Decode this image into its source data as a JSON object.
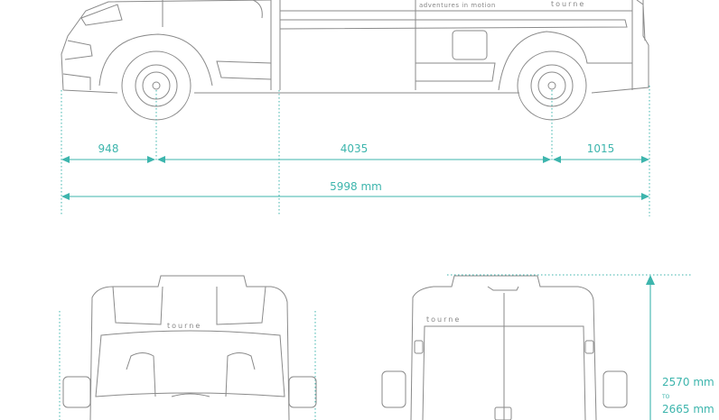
{
  "brand": {
    "logo": "tourne",
    "tagline": "adventures in motion"
  },
  "dimensions": {
    "front_overhang": "948",
    "wheelbase": "4035",
    "rear_overhang": "1015",
    "total_length": "5998 mm",
    "height_min": "2570 mm",
    "height_to": "TO",
    "height_max": "2665 mm"
  },
  "colors": {
    "accent": "#3db5ad",
    "line": "#8a8a8a"
  }
}
